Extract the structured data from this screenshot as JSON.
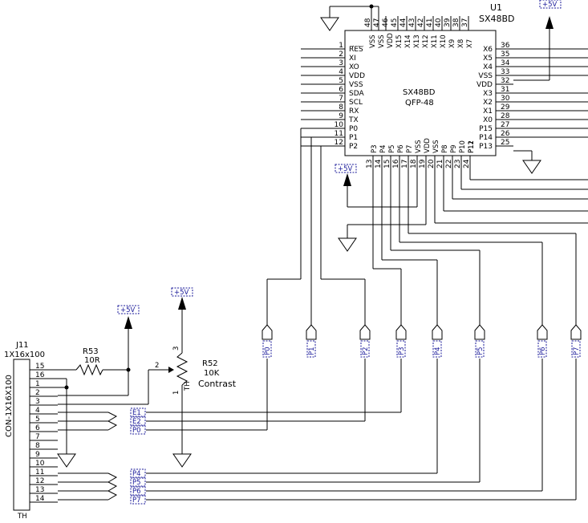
{
  "colors": {
    "line": "#000000",
    "label": "#1a1a9a",
    "background": "#ffffff"
  },
  "power_label": "+5V",
  "u1": {
    "ref": "U1",
    "part": "SX48BD",
    "center_name": "SX48BD",
    "package": "QFP-48",
    "left_pins": [
      {
        "num": "1",
        "name": "RES"
      },
      {
        "num": "2",
        "name": "XI"
      },
      {
        "num": "3",
        "name": "XO"
      },
      {
        "num": "4",
        "name": "VDD"
      },
      {
        "num": "5",
        "name": "VSS"
      },
      {
        "num": "6",
        "name": "SDA"
      },
      {
        "num": "7",
        "name": "SCL"
      },
      {
        "num": "8",
        "name": "RX"
      },
      {
        "num": "9",
        "name": "TX"
      },
      {
        "num": "10",
        "name": "P0"
      },
      {
        "num": "11",
        "name": "P1"
      },
      {
        "num": "12",
        "name": "P2"
      }
    ],
    "right_pins": [
      {
        "num": "36",
        "name": "X6"
      },
      {
        "num": "35",
        "name": "X5"
      },
      {
        "num": "34",
        "name": "X4"
      },
      {
        "num": "33",
        "name": "VSS"
      },
      {
        "num": "32",
        "name": "VDD"
      },
      {
        "num": "31",
        "name": "X3"
      },
      {
        "num": "30",
        "name": "X2"
      },
      {
        "num": "29",
        "name": "X1"
      },
      {
        "num": "28",
        "name": "X0"
      },
      {
        "num": "27",
        "name": "P15"
      },
      {
        "num": "26",
        "name": "P14"
      },
      {
        "num": "25",
        "name": "P13"
      }
    ],
    "top_pins": [
      {
        "num": "48",
        "name": "VSS"
      },
      {
        "num": "47",
        "name": "VSS"
      },
      {
        "num": "46",
        "name": "VDD"
      },
      {
        "num": "45",
        "name": "X15"
      },
      {
        "num": "44",
        "name": "X14"
      },
      {
        "num": "43",
        "name": "X13"
      },
      {
        "num": "42",
        "name": "X12"
      },
      {
        "num": "41",
        "name": "X11"
      },
      {
        "num": "40",
        "name": "X10"
      },
      {
        "num": "39",
        "name": "X9"
      },
      {
        "num": "38",
        "name": "X8"
      },
      {
        "num": "37",
        "name": "X7"
      }
    ],
    "bottom_pins": [
      {
        "num": "13",
        "name": "P3"
      },
      {
        "num": "14",
        "name": "P4"
      },
      {
        "num": "15",
        "name": "P5"
      },
      {
        "num": "16",
        "name": "P6"
      },
      {
        "num": "17",
        "name": "P7"
      },
      {
        "num": "18",
        "name": "VSS"
      },
      {
        "num": "19",
        "name": "VDD"
      },
      {
        "num": "20",
        "name": "VSS"
      },
      {
        "num": "21",
        "name": "P8"
      },
      {
        "num": "22",
        "name": "P9"
      },
      {
        "num": "23",
        "name": "P10"
      },
      {
        "num": "24",
        "name": "P11"
      }
    ]
  },
  "connector": {
    "ref": "J11",
    "value": "1X16x100",
    "body_label": "CON-1X16X100",
    "footprint": "TH",
    "pins": [
      "15",
      "16",
      "1",
      "2",
      "3",
      "4",
      "5",
      "6",
      "7",
      "8",
      "9",
      "10",
      "11",
      "12",
      "13",
      "14"
    ]
  },
  "r53": {
    "ref": "R53",
    "value": "10R"
  },
  "r52": {
    "ref": "R52",
    "value": "10K",
    "name": "Contrast",
    "footprint": "TH",
    "pin_top": "3",
    "pin_wiper": "2",
    "pin_bottom": "1"
  },
  "net_flags": [
    "P0",
    "P1",
    "P2",
    "P3",
    "P4",
    "P5",
    "P6",
    "P7"
  ],
  "conn_labels_upper": [
    "E1",
    "E2",
    "P0"
  ],
  "conn_labels_lower": [
    "P4",
    "P5",
    "P6",
    "P7"
  ],
  "unclear_bottom_names": [
    "P12"
  ]
}
